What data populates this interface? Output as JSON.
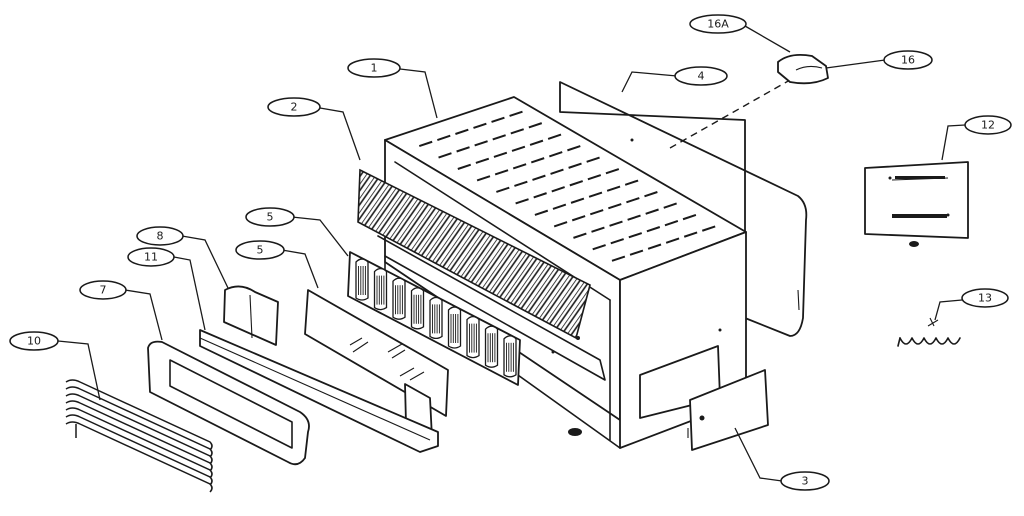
{
  "callouts": [
    {
      "id": "c1",
      "label": "1"
    },
    {
      "id": "c2",
      "label": "2"
    },
    {
      "id": "c4",
      "label": "4"
    },
    {
      "id": "c16a",
      "label": "16A"
    },
    {
      "id": "c16",
      "label": "16"
    },
    {
      "id": "c12",
      "label": "12"
    },
    {
      "id": "c13",
      "label": "13"
    },
    {
      "id": "c5a",
      "label": "5"
    },
    {
      "id": "c5b",
      "label": "5"
    },
    {
      "id": "c8",
      "label": "8"
    },
    {
      "id": "c11",
      "label": "11"
    },
    {
      "id": "c7",
      "label": "7"
    },
    {
      "id": "c10",
      "label": "10"
    },
    {
      "id": "c3",
      "label": "3"
    }
  ]
}
